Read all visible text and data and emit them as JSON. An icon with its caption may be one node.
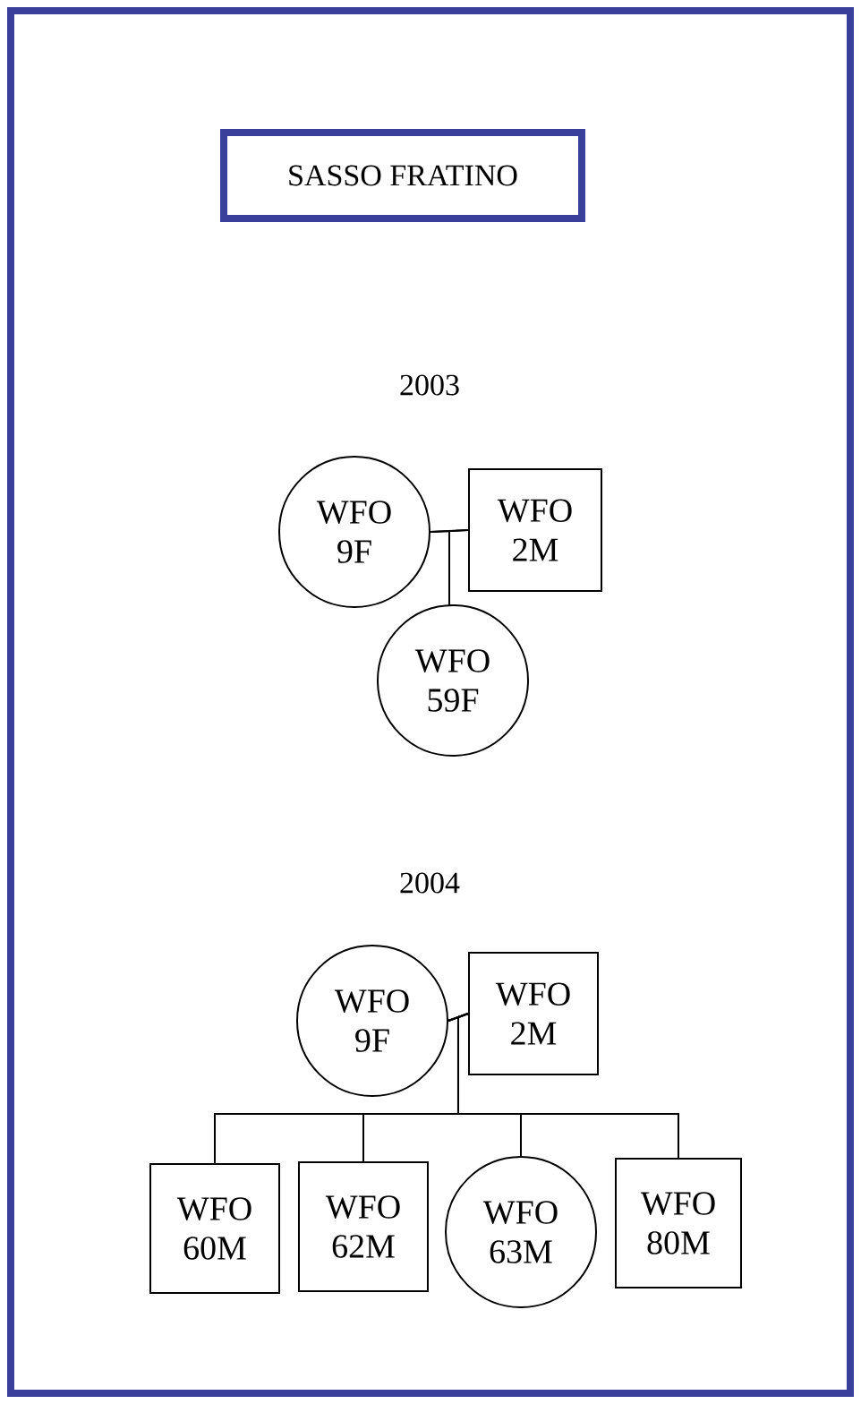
{
  "diagram": {
    "nodes": [
      {
        "text": [
          "SASSO FRATINO"
        ]
      },
      {
        "text": [
          "WFO 9F"
        ]
      },
      {
        "text": [
          "WFO 2M"
        ]
      },
      {
        "text": [
          "WFO 59F"
        ]
      },
      {
        "text": [
          "WFO 9F"
        ]
      },
      {
        "text": [
          "WFO 2M"
        ]
      },
      {
        "text": [
          "WFO 60M"
        ]
      },
      {
        "text": [
          "WFO 62M"
        ]
      },
      {
        "text": [
          "WFO 63M"
        ]
      },
      {
        "text": [
          "WFO 80M"
        ]
      }
    ],
    "edges": [
      {
        "from": 1,
        "to": 2,
        "arrow": "none"
      },
      {
        "from": 1,
        "to": 3,
        "arrow": "none"
      },
      {
        "from": 2,
        "to": 3,
        "arrow": "none"
      },
      {
        "from": 4,
        "to": 5,
        "arrow": "none"
      },
      {
        "from": 4,
        "to": 6,
        "arrow": "none"
      },
      {
        "from": 4,
        "to": 7,
        "arrow": "none"
      },
      {
        "from": 4,
        "to": 8,
        "arrow": "none"
      },
      {
        "from": 4,
        "to": 9,
        "arrow": "none"
      },
      {
        "from": 5,
        "to": 6,
        "arrow": "none"
      },
      {
        "from": 5,
        "to": 7,
        "arrow": "none"
      },
      {
        "from": 5,
        "to": 8,
        "arrow": "none"
      },
      {
        "from": 5,
        "to": 9,
        "arrow": "none"
      }
    ],
    "labels": [
      "2003",
      "2004"
    ]
  }
}
